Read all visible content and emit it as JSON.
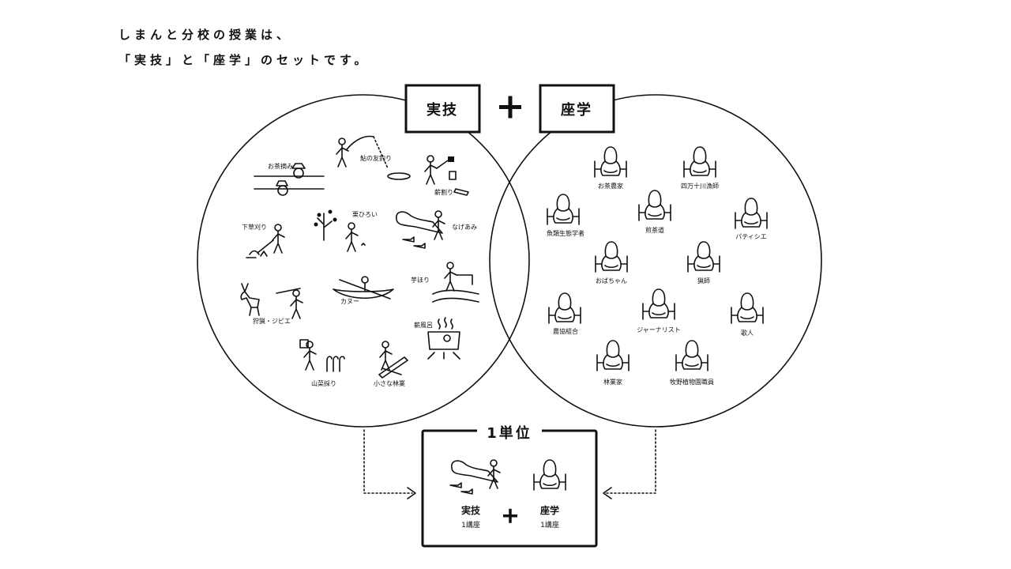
{
  "headline": {
    "line1": "しまんと分校の授業は、",
    "line2": "「実技」と「座学」のセットです。"
  },
  "practice": {
    "title": "実技",
    "items": [
      "お茶摘み",
      "鮎の友釣り",
      "薪割り",
      "下草刈り",
      "栗ひろい",
      "なげあみ",
      "狩猟・ジビエ",
      "カヌー",
      "芋ほり",
      "薪風呂",
      "山菜採り",
      "小さな林業"
    ]
  },
  "plus_sign": "+",
  "theory": {
    "title": "座学",
    "items": [
      "お茶農家",
      "四万十川漁師",
      "魚類生態学者",
      "煎茶道",
      "パティシエ",
      "おばちゃん",
      "猟師",
      "農協組合",
      "ジャーナリスト",
      "歌人",
      "林業家",
      "牧野植物園職員"
    ]
  },
  "unit": {
    "title": "1単位",
    "practice_label": "実技",
    "practice_count": "1講座",
    "plus": "+",
    "theory_label": "座学",
    "theory_count": "1講座"
  }
}
